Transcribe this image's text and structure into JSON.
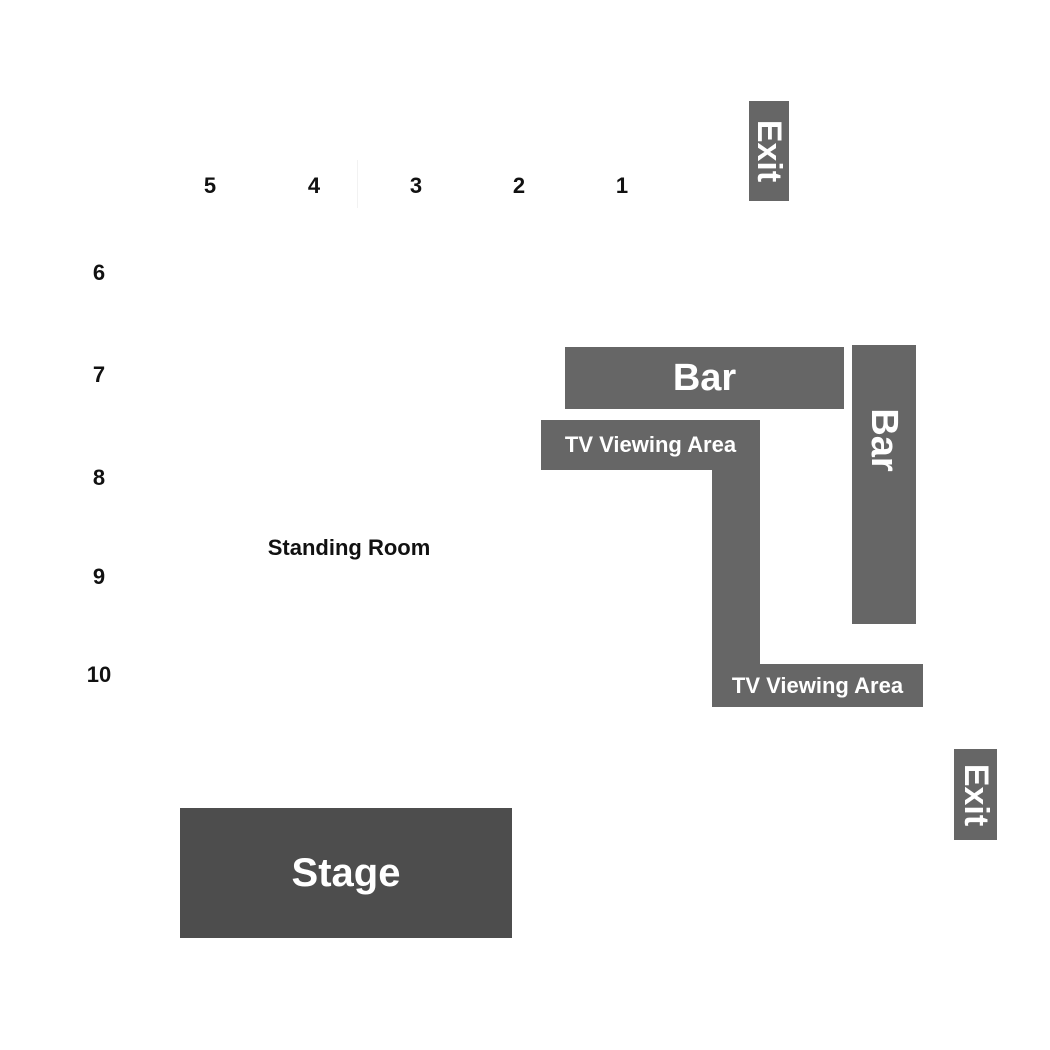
{
  "colors": {
    "background": "#ffffff",
    "block": "#666666",
    "stage": "#4d4d4d",
    "block_text": "#ffffff",
    "label_text": "#111111"
  },
  "top_sections": [
    "5",
    "4",
    "3",
    "2",
    "1"
  ],
  "side_sections": [
    "6",
    "7",
    "8",
    "9",
    "10"
  ],
  "standing_room": "Standing Room",
  "bar_horizontal": "Bar",
  "bar_vertical": "Bar",
  "tv_area_upper": "TV Viewing Area",
  "tv_area_lower": "TV Viewing Area",
  "exit_top": "Exit",
  "exit_right": "Exit",
  "stage": "Stage"
}
